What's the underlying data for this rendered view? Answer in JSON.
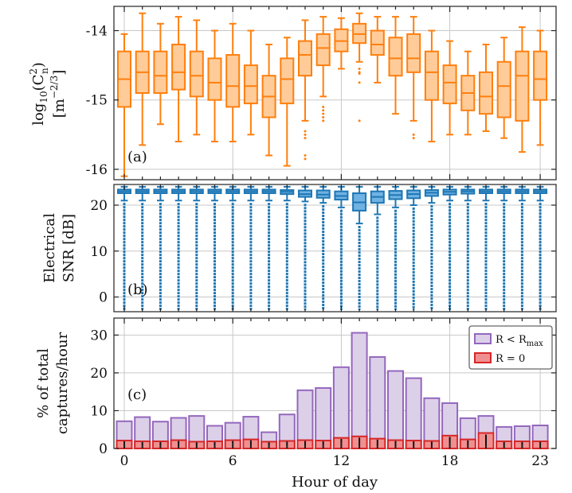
{
  "chart_data": [
    {
      "type": "box",
      "panel_label": "(a)",
      "ylabel": "log10(Cn2) [m^-2/3]",
      "ylabel_parts": {
        "log": "log",
        "ten": "10",
        "open": "(C",
        "sup": "2",
        "sub": "n",
        "close": ")",
        "unit_open": "[m",
        "unit_sup": "−2/3",
        "unit_close": "]"
      },
      "ylim": [
        -16.15,
        -13.65
      ],
      "yticks": [
        -16,
        -15,
        -14
      ],
      "ytick_labels": [
        "-16",
        "-15",
        "-14"
      ],
      "color": "#ff7f0e",
      "fill": "#ffcc99",
      "grid": true,
      "boxes": [
        {
          "hour": 0,
          "whislo": -16.1,
          "q1": -15.1,
          "med": -14.7,
          "q3": -14.3,
          "whishi": -14.05,
          "fliers": []
        },
        {
          "hour": 1,
          "whislo": -15.65,
          "q1": -14.9,
          "med": -14.6,
          "q3": -14.3,
          "whishi": -13.75,
          "fliers": []
        },
        {
          "hour": 2,
          "whislo": -15.35,
          "q1": -14.9,
          "med": -14.65,
          "q3": -14.3,
          "whishi": -13.9,
          "fliers": []
        },
        {
          "hour": 3,
          "whislo": -15.6,
          "q1": -14.85,
          "med": -14.6,
          "q3": -14.2,
          "whishi": -13.8,
          "fliers": []
        },
        {
          "hour": 4,
          "whislo": -15.5,
          "q1": -14.95,
          "med": -14.65,
          "q3": -14.3,
          "whishi": -13.85,
          "fliers": []
        },
        {
          "hour": 5,
          "whislo": -15.6,
          "q1": -15.0,
          "med": -14.75,
          "q3": -14.4,
          "whishi": -14.0,
          "fliers": []
        },
        {
          "hour": 6,
          "whislo": -15.6,
          "q1": -15.1,
          "med": -14.8,
          "q3": -14.35,
          "whishi": -13.9,
          "fliers": []
        },
        {
          "hour": 7,
          "whislo": -15.5,
          "q1": -15.05,
          "med": -14.8,
          "q3": -14.5,
          "whishi": -14.0,
          "fliers": []
        },
        {
          "hour": 8,
          "whislo": -15.8,
          "q1": -15.25,
          "med": -14.95,
          "q3": -14.65,
          "whishi": -14.2,
          "fliers": []
        },
        {
          "hour": 9,
          "whislo": -15.95,
          "q1": -15.05,
          "med": -14.7,
          "q3": -14.4,
          "whishi": -14.1,
          "fliers": []
        },
        {
          "hour": 10,
          "whislo": -15.3,
          "q1": -14.65,
          "med": -14.35,
          "q3": -14.15,
          "whishi": -13.85,
          "fliers": [
            -15.45,
            -15.5,
            -15.55,
            -15.8,
            -15.85
          ]
        },
        {
          "hour": 11,
          "whislo": -14.95,
          "q1": -14.5,
          "med": -14.25,
          "q3": -14.05,
          "whishi": -13.8,
          "fliers": [
            -15.1,
            -15.15,
            -15.2,
            -15.25,
            -15.3
          ]
        },
        {
          "hour": 12,
          "whislo": -14.55,
          "q1": -14.3,
          "med": -14.15,
          "q3": -13.98,
          "whishi": -13.82,
          "fliers": []
        },
        {
          "hour": 13,
          "whislo": -14.45,
          "q1": -14.18,
          "med": -14.05,
          "q3": -13.9,
          "whishi": -13.75,
          "fliers": [
            -14.55,
            -14.6,
            -14.62,
            -14.75,
            -15.3
          ]
        },
        {
          "hour": 14,
          "whislo": -14.75,
          "q1": -14.35,
          "med": -14.2,
          "q3": -14.0,
          "whishi": -13.8,
          "fliers": []
        },
        {
          "hour": 15,
          "whislo": -15.2,
          "q1": -14.65,
          "med": -14.4,
          "q3": -14.1,
          "whishi": -13.8,
          "fliers": []
        },
        {
          "hour": 16,
          "whislo": -15.3,
          "q1": -14.6,
          "med": -14.4,
          "q3": -14.05,
          "whishi": -13.8,
          "fliers": [
            -15.5,
            -15.55
          ]
        },
        {
          "hour": 17,
          "whislo": -15.6,
          "q1": -15.0,
          "med": -14.6,
          "q3": -14.3,
          "whishi": -14.0,
          "fliers": []
        },
        {
          "hour": 18,
          "whislo": -15.5,
          "q1": -15.05,
          "med": -14.75,
          "q3": -14.5,
          "whishi": -14.15,
          "fliers": []
        },
        {
          "hour": 19,
          "whislo": -15.5,
          "q1": -15.15,
          "med": -14.9,
          "q3": -14.65,
          "whishi": -14.3,
          "fliers": []
        },
        {
          "hour": 20,
          "whislo": -15.45,
          "q1": -15.2,
          "med": -14.95,
          "q3": -14.6,
          "whishi": -14.2,
          "fliers": []
        },
        {
          "hour": 21,
          "whislo": -15.55,
          "q1": -15.25,
          "med": -14.8,
          "q3": -14.45,
          "whishi": -14.1,
          "fliers": []
        },
        {
          "hour": 22,
          "whislo": -15.75,
          "q1": -15.3,
          "med": -14.65,
          "q3": -14.3,
          "whishi": -13.95,
          "fliers": []
        },
        {
          "hour": 23,
          "whislo": -15.65,
          "q1": -15.0,
          "med": -14.7,
          "q3": -14.3,
          "whishi": -14.0,
          "fliers": []
        }
      ]
    },
    {
      "type": "box",
      "panel_label": "(b)",
      "ylabel_lines": [
        "Electrical",
        "SNR [dB]"
      ],
      "ylim": [
        -3.2,
        24.5
      ],
      "yticks": [
        0,
        10,
        20
      ],
      "ytick_labels": [
        "0",
        "10",
        "20"
      ],
      "color": "#1f77b4",
      "fill": "#6fb2e3",
      "grid": true,
      "boxes": [
        {
          "hour": 0,
          "whislo": 21.0,
          "q1": 22.6,
          "med": 23.0,
          "q3": 23.4,
          "whishi": 24.0,
          "flier_range": [
            -2.8,
            20.5
          ]
        },
        {
          "hour": 1,
          "whislo": 21.0,
          "q1": 22.6,
          "med": 23.0,
          "q3": 23.4,
          "whishi": 24.0,
          "flier_range": [
            -2.8,
            20.5
          ]
        },
        {
          "hour": 2,
          "whislo": 21.0,
          "q1": 22.6,
          "med": 23.0,
          "q3": 23.4,
          "whishi": 24.0,
          "flier_range": [
            -2.8,
            20.5
          ]
        },
        {
          "hour": 3,
          "whislo": 21.0,
          "q1": 22.6,
          "med": 23.0,
          "q3": 23.4,
          "whishi": 24.0,
          "flier_range": [
            -2.8,
            20.5
          ]
        },
        {
          "hour": 4,
          "whislo": 21.0,
          "q1": 22.6,
          "med": 23.0,
          "q3": 23.4,
          "whishi": 24.0,
          "flier_range": [
            -2.8,
            20.5
          ]
        },
        {
          "hour": 5,
          "whislo": 21.0,
          "q1": 22.6,
          "med": 23.0,
          "q3": 23.4,
          "whishi": 24.0,
          "flier_range": [
            -2.8,
            20.5
          ]
        },
        {
          "hour": 6,
          "whislo": 21.0,
          "q1": 22.6,
          "med": 23.0,
          "q3": 23.4,
          "whishi": 24.0,
          "flier_range": [
            -2.8,
            20.5
          ]
        },
        {
          "hour": 7,
          "whislo": 21.0,
          "q1": 22.6,
          "med": 23.0,
          "q3": 23.4,
          "whishi": 24.0,
          "flier_range": [
            -2.8,
            20.5
          ]
        },
        {
          "hour": 8,
          "whislo": 21.0,
          "q1": 22.6,
          "med": 23.0,
          "q3": 23.4,
          "whishi": 24.0,
          "flier_range": [
            -2.8,
            20.5
          ]
        },
        {
          "hour": 9,
          "whislo": 21.0,
          "q1": 22.4,
          "med": 22.9,
          "q3": 23.3,
          "whishi": 24.0,
          "flier_range": [
            -2.8,
            20.5
          ]
        },
        {
          "hour": 10,
          "whislo": 20.8,
          "q1": 21.8,
          "med": 22.4,
          "q3": 23.2,
          "whishi": 24.0,
          "flier_range": [
            -2.8,
            20.3
          ]
        },
        {
          "hour": 11,
          "whislo": 20.5,
          "q1": 21.6,
          "med": 22.3,
          "q3": 23.2,
          "whishi": 24.0,
          "flier_range": [
            -2.8,
            20.0
          ]
        },
        {
          "hour": 12,
          "whislo": 19.5,
          "q1": 21.2,
          "med": 22.0,
          "q3": 23.0,
          "whishi": 24.0,
          "flier_range": [
            -2.8,
            19.0
          ]
        },
        {
          "hour": 13,
          "whislo": 16.0,
          "q1": 18.8,
          "med": 20.6,
          "q3": 22.6,
          "whishi": 24.0,
          "flier_range": [
            -2.8,
            15.5
          ]
        },
        {
          "hour": 14,
          "whislo": 18.0,
          "q1": 20.5,
          "med": 21.8,
          "q3": 23.0,
          "whishi": 24.0,
          "flier_range": [
            -2.8,
            17.5
          ]
        },
        {
          "hour": 15,
          "whislo": 19.5,
          "q1": 21.3,
          "med": 22.2,
          "q3": 23.1,
          "whishi": 24.0,
          "flier_range": [
            -2.8,
            19.0
          ]
        },
        {
          "hour": 16,
          "whislo": 20.0,
          "q1": 21.5,
          "med": 22.4,
          "q3": 23.2,
          "whishi": 24.0,
          "flier_range": [
            -2.8,
            19.5
          ]
        },
        {
          "hour": 17,
          "whislo": 20.5,
          "q1": 22.0,
          "med": 22.7,
          "q3": 23.3,
          "whishi": 24.0,
          "flier_range": [
            -2.8,
            20.0
          ]
        },
        {
          "hour": 18,
          "whislo": 21.0,
          "q1": 22.3,
          "med": 22.9,
          "q3": 23.4,
          "whishi": 24.0,
          "flier_range": [
            -2.8,
            20.5
          ]
        },
        {
          "hour": 19,
          "whislo": 21.0,
          "q1": 22.5,
          "med": 23.0,
          "q3": 23.4,
          "whishi": 24.0,
          "flier_range": [
            -2.8,
            20.5
          ]
        },
        {
          "hour": 20,
          "whislo": 21.0,
          "q1": 22.6,
          "med": 23.0,
          "q3": 23.4,
          "whishi": 24.0,
          "flier_range": [
            -2.8,
            20.5
          ]
        },
        {
          "hour": 21,
          "whislo": 21.0,
          "q1": 22.6,
          "med": 23.0,
          "q3": 23.4,
          "whishi": 24.0,
          "flier_range": [
            -2.8,
            20.5
          ]
        },
        {
          "hour": 22,
          "whislo": 21.0,
          "q1": 22.6,
          "med": 23.0,
          "q3": 23.4,
          "whishi": 24.0,
          "flier_range": [
            -2.8,
            20.5
          ]
        },
        {
          "hour": 23,
          "whislo": 21.0,
          "q1": 22.6,
          "med": 23.0,
          "q3": 23.4,
          "whishi": 24.0,
          "flier_range": [
            -2.8,
            20.5
          ]
        }
      ]
    },
    {
      "type": "bar",
      "panel_label": "(c)",
      "ylabel_lines": [
        "% of total",
        "captures/hour"
      ],
      "xlabel": "Hour of day",
      "ylim": [
        0,
        34.5
      ],
      "yticks": [
        0,
        10,
        20,
        30
      ],
      "ytick_labels": [
        "0",
        "10",
        "20",
        "30"
      ],
      "xticks": [
        0,
        6,
        12,
        18,
        23
      ],
      "xtick_labels": [
        "0",
        "6",
        "12",
        "18",
        "23"
      ],
      "grid": true,
      "legend_position": "top-right",
      "categories": [
        0,
        1,
        2,
        3,
        4,
        5,
        6,
        7,
        8,
        9,
        10,
        11,
        12,
        13,
        14,
        15,
        16,
        17,
        18,
        19,
        20,
        21,
        22,
        23
      ],
      "series": [
        {
          "name": "R < R_max",
          "label_parts": {
            "main": "R < R",
            "sub": "max"
          },
          "color": "#9467bd",
          "fill": "#dcd0e9",
          "values": [
            7.2,
            8.3,
            7.1,
            8.1,
            8.6,
            6.0,
            6.8,
            8.4,
            4.3,
            9.0,
            15.4,
            16.0,
            21.5,
            30.6,
            24.2,
            20.5,
            18.6,
            13.3,
            12.0,
            8.0,
            8.6,
            5.7,
            5.9,
            6.1
          ]
        },
        {
          "name": "R = 0",
          "label_parts": {
            "main": "R = 0"
          },
          "color": "#d62728",
          "fill": "#f08f90",
          "values": [
            2.1,
            1.9,
            1.9,
            2.2,
            1.8,
            1.9,
            2.2,
            2.4,
            1.8,
            2.0,
            2.2,
            2.1,
            2.8,
            3.2,
            2.6,
            2.2,
            2.1,
            2.0,
            3.4,
            2.4,
            4.1,
            1.9,
            1.9,
            1.9
          ]
        }
      ]
    }
  ]
}
